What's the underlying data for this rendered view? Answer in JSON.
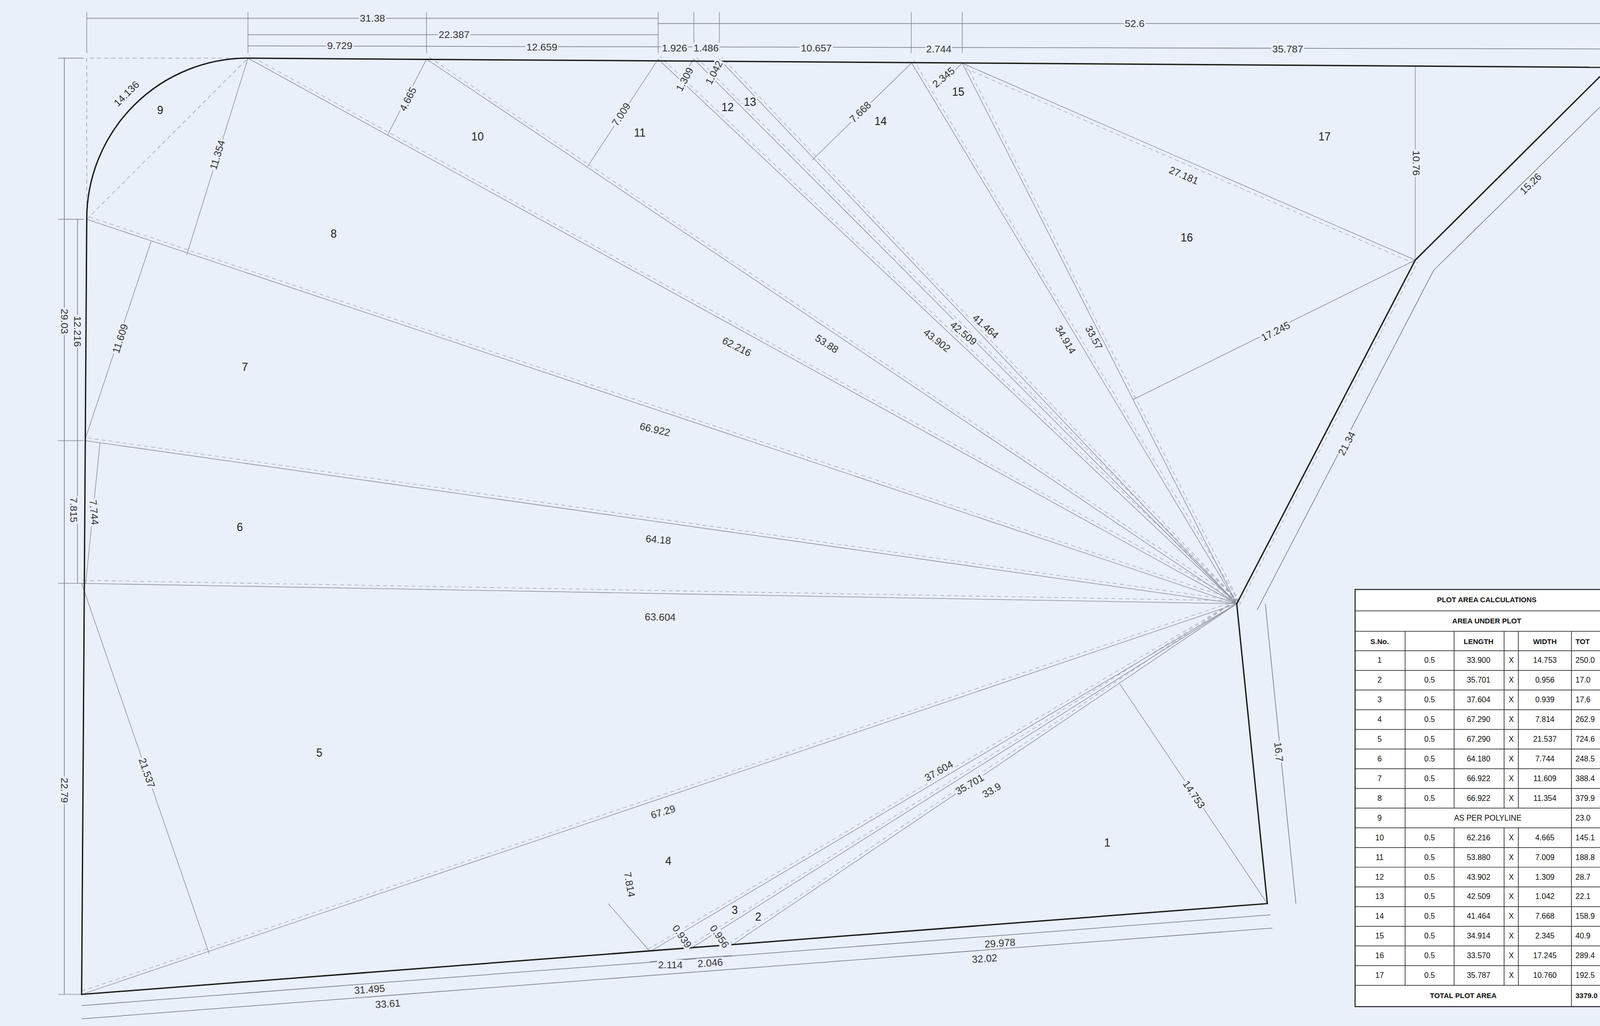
{
  "diagram": {
    "labels": [
      "31.38",
      "52.6",
      "22.387",
      "9.729",
      "12.659",
      "1.926",
      "1.486",
      "10.657",
      "2.744",
      "35.787",
      "29.03",
      "12.216",
      "7.815",
      "7.744",
      "22.79",
      "14.136",
      "11.354",
      "11.609",
      "21.537",
      "4.665",
      "7.009",
      "1.309",
      "1.042",
      "7.668",
      "2.345",
      "10.76",
      "15.26",
      "17.245",
      "21.34",
      "16.7",
      "14.753",
      "7.814",
      "0.939",
      "0.956",
      "62.216",
      "53.88",
      "43.902",
      "42.509",
      "41.464",
      "34.914",
      "33.57",
      "27.181",
      "66.922",
      "64.18",
      "63.604",
      "67.29",
      "37.604",
      "35.701",
      "33.9",
      "2.114",
      "2.046",
      "29.978",
      "32.02",
      "31.495",
      "33.61",
      "1",
      "2",
      "3",
      "4",
      "5",
      "6",
      "7",
      "8",
      "9",
      "10",
      "11",
      "12",
      "13",
      "14",
      "15",
      "16",
      "17",
      "PLOT AREA CALCULATIONS",
      "AREA UNDER PLOT",
      "S.No.",
      "LENGTH",
      "WIDTH",
      "TOT",
      "1",
      "0.5",
      "33.900",
      "X",
      "14.753",
      "250.0",
      "2",
      "0.5",
      "35.701",
      "X",
      "0.956",
      "17.0",
      "3",
      "0.5",
      "37.604",
      "X",
      "0.939",
      "17.6",
      "4",
      "0.5",
      "67.290",
      "X",
      "7.814",
      "262.9",
      "5",
      "0.5",
      "67.290",
      "X",
      "21.537",
      "724.6",
      "6",
      "0.5",
      "64.180",
      "X",
      "7.744",
      "248.5",
      "7",
      "0.5",
      "66.922",
      "X",
      "11.609",
      "388.4",
      "8",
      "0.5",
      "66.922",
      "X",
      "11.354",
      "379.9",
      "9",
      "AS PER POLYLINE",
      "23.0",
      "10",
      "0.5",
      "62.216",
      "X",
      "4.665",
      "145.1",
      "11",
      "0.5",
      "53.880",
      "X",
      "7.009",
      "188.8",
      "12",
      "0.5",
      "43.902",
      "X",
      "1.309",
      "28.7",
      "13",
      "0.5",
      "42.509",
      "X",
      "1.042",
      "22.1",
      "14",
      "0.5",
      "41.464",
      "X",
      "7.668",
      "158.9",
      "15",
      "0.5",
      "34.914",
      "X",
      "2.345",
      "40.9",
      "16",
      "0.5",
      "33.570",
      "X",
      "17.245",
      "289.4",
      "17",
      "0.5",
      "35.787",
      "X",
      "10.760",
      "192.5",
      "TOTAL PLOT AREA",
      "3379.0"
    ]
  }
}
